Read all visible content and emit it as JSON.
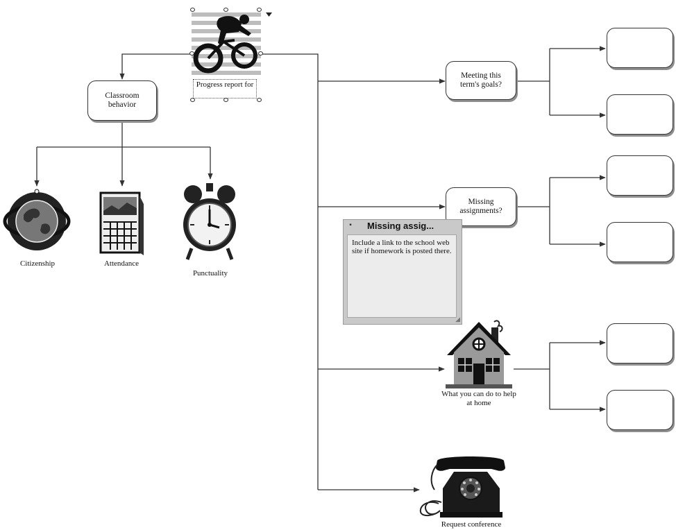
{
  "central_topic": {
    "icon": "cyclist-icon",
    "label": "Progress report for"
  },
  "classroom_branch": {
    "label": "Classroom behavior",
    "subtopics": [
      {
        "label": "Citizenship",
        "icon": "globe-icon"
      },
      {
        "label": "Attendance",
        "icon": "calendar-icon"
      },
      {
        "label": "Punctuality",
        "icon": "alarm-clock-icon"
      }
    ]
  },
  "goals_branch": {
    "label": "Meeting this term's goals?",
    "subtopics": [
      {
        "label": ""
      },
      {
        "label": ""
      }
    ]
  },
  "assignments_branch": {
    "label": "Missing assignments?",
    "subtopics": [
      {
        "label": ""
      },
      {
        "label": ""
      }
    ]
  },
  "home_branch": {
    "label": "What you can do to help at home",
    "icon": "house-icon",
    "subtopics": [
      {
        "label": ""
      },
      {
        "label": ""
      }
    ]
  },
  "conference_branch": {
    "label": "Request conference",
    "icon": "telephone-icon"
  },
  "note": {
    "title": "Missing assig...",
    "text": "Include a link to the school web site if homework is posted there."
  }
}
